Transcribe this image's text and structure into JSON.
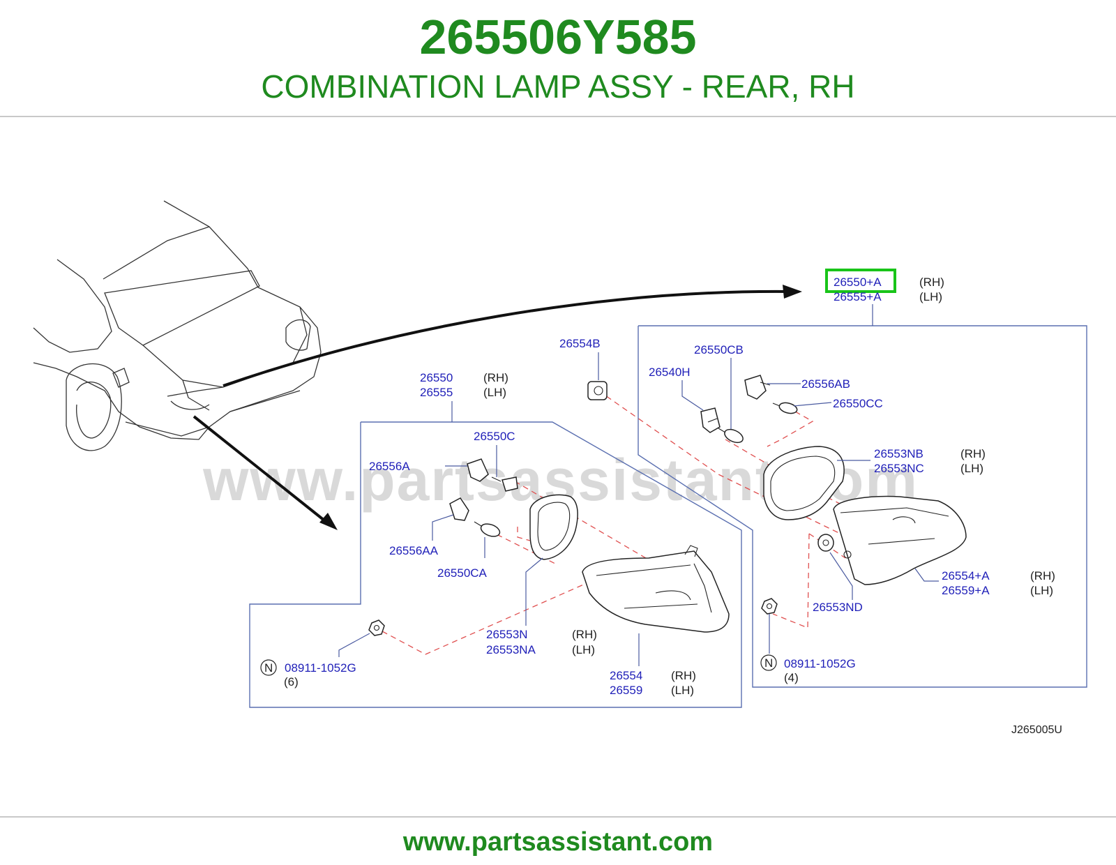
{
  "header": {
    "part_number": "265506Y585",
    "part_name": "COMBINATION LAMP ASSY - REAR, RH"
  },
  "watermark": "www.partsassistant.com",
  "footer": {
    "url": "www.partsassistant.com"
  },
  "colors": {
    "brand_green": "#1f8a1f",
    "label_blue": "#1f1fb8",
    "highlight_green": "#19c419",
    "dash_red": "#e05050"
  },
  "diagram": {
    "code": "J265005U",
    "labels": {
      "assy_rh": "26550+A",
      "assy_lh": "26555+A",
      "assy_rh_side": "(RH)",
      "assy_lh_side": "(LH)",
      "l26554B": "26554B",
      "l26550CB": "26550CB",
      "l26540H": "26540H",
      "l26556AB": "26556AB",
      "l26550CC": "26550CC",
      "l26553NB": "26553NB",
      "l26553NB_side": "(RH)",
      "l26553NC": "26553NC",
      "l26553NC_side": "(LH)",
      "l26554A": "26554+A",
      "l26554A_side": "(RH)",
      "l26559A": "26559+A",
      "l26559A_side": "(LH)",
      "l26553ND": "26553ND",
      "nut_right": "08911-1052G",
      "nut_right_qty": "(4)",
      "l26550": "26550",
      "l26550_side": "(RH)",
      "l26555": "26555",
      "l26555_side": "(LH)",
      "l26550C": "26550C",
      "l26556A": "26556A",
      "l26556AA": "26556AA",
      "l26550CA": "26550CA",
      "l26553N": "26553N",
      "l26553N_side": "(RH)",
      "l26553NA": "26553NA",
      "l26553NA_side": "(LH)",
      "l26554": "26554",
      "l26554_side": "(RH)",
      "l26559": "26559",
      "l26559_side": "(LH)",
      "nut_left": "08911-1052G",
      "nut_left_qty": "(6)",
      "n_symbol": "N"
    }
  }
}
